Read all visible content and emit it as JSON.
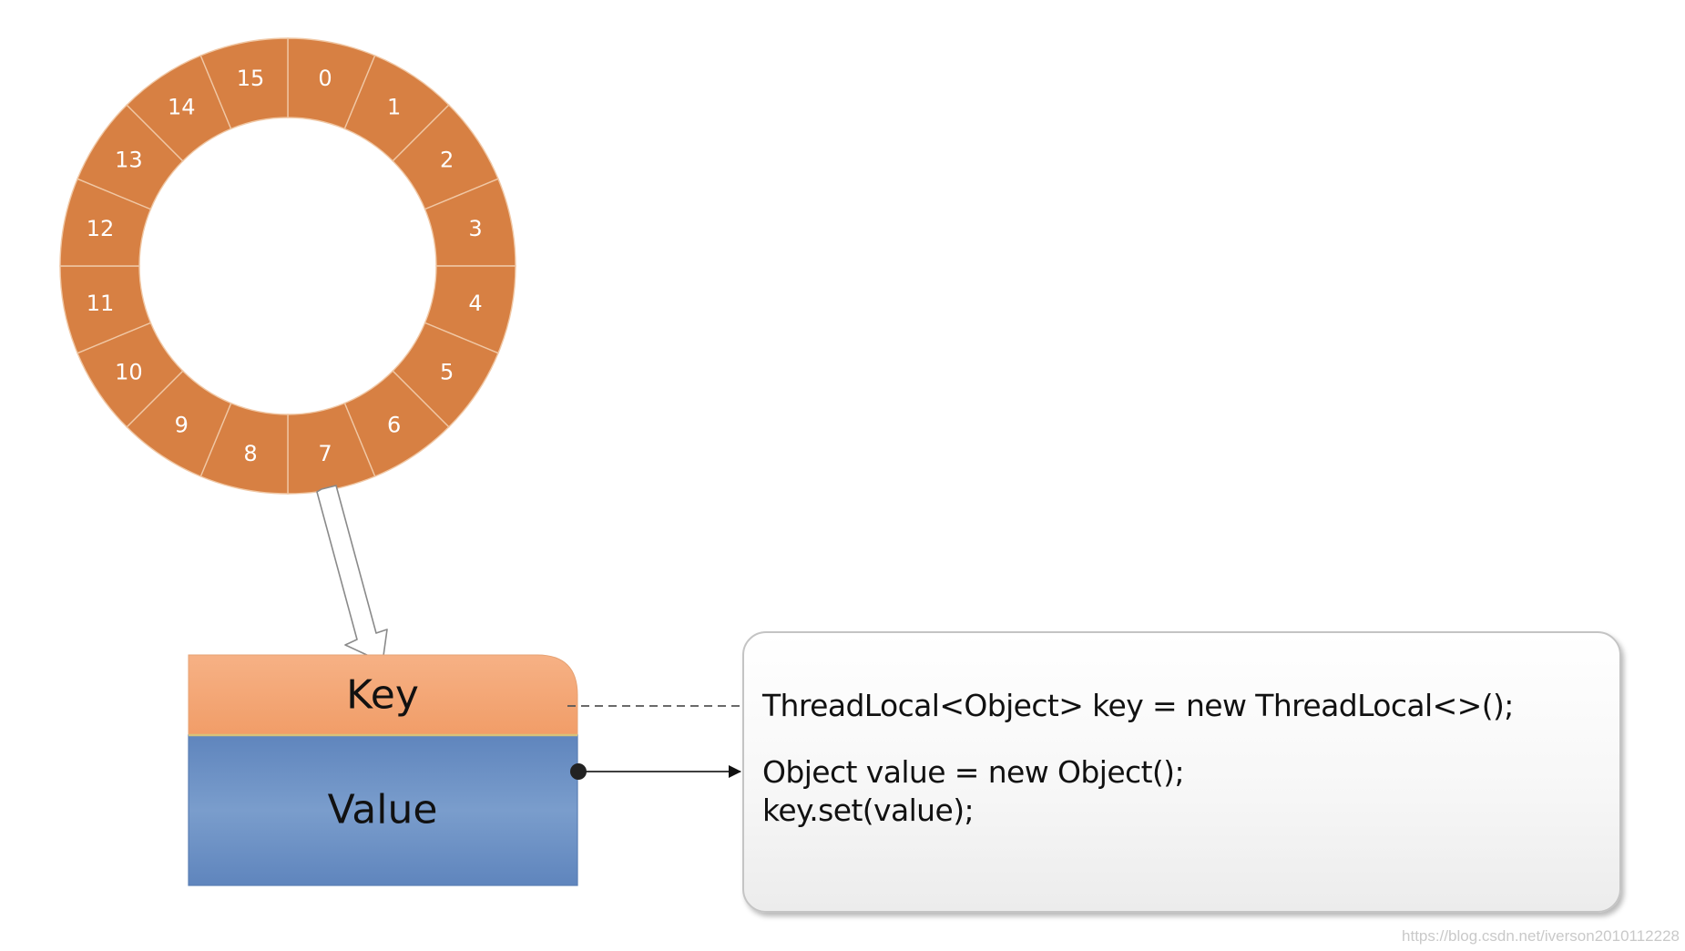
{
  "ring": {
    "slots": [
      "0",
      "1",
      "2",
      "3",
      "4",
      "5",
      "6",
      "7",
      "8",
      "9",
      "10",
      "11",
      "12",
      "13",
      "14",
      "15"
    ],
    "fill_color": "#d78043",
    "divider_color": "#f0c7a4"
  },
  "entry": {
    "key_label": "Key",
    "value_label": "Value",
    "key_color": "#f4a775",
    "value_color": "#6e93c5"
  },
  "code": {
    "line1": "ThreadLocal<Object> key = new ThreadLocal<>();",
    "line2": "Object value = new Object();",
    "line3": "key.set(value);"
  },
  "watermark": "https://blog.csdn.net/iverson2010112228"
}
